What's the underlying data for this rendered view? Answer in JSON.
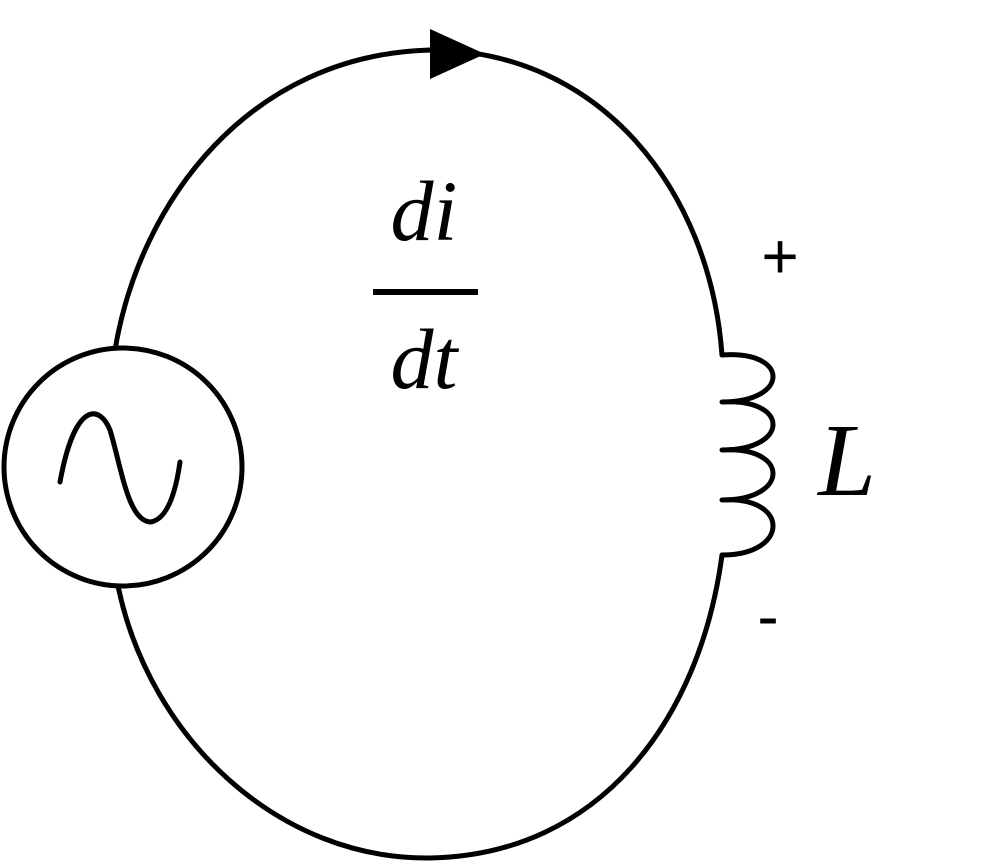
{
  "labels": {
    "rate_numerator": "di",
    "rate_denominator": "dt",
    "inductor": "L",
    "plus": "+",
    "minus": "-"
  },
  "colors": {
    "stroke": "#000000",
    "background": "#ffffff"
  },
  "icons": {
    "source": "ac-source-icon",
    "inductor": "inductor-coil-icon",
    "arrow": "current-direction-arrow-icon"
  }
}
